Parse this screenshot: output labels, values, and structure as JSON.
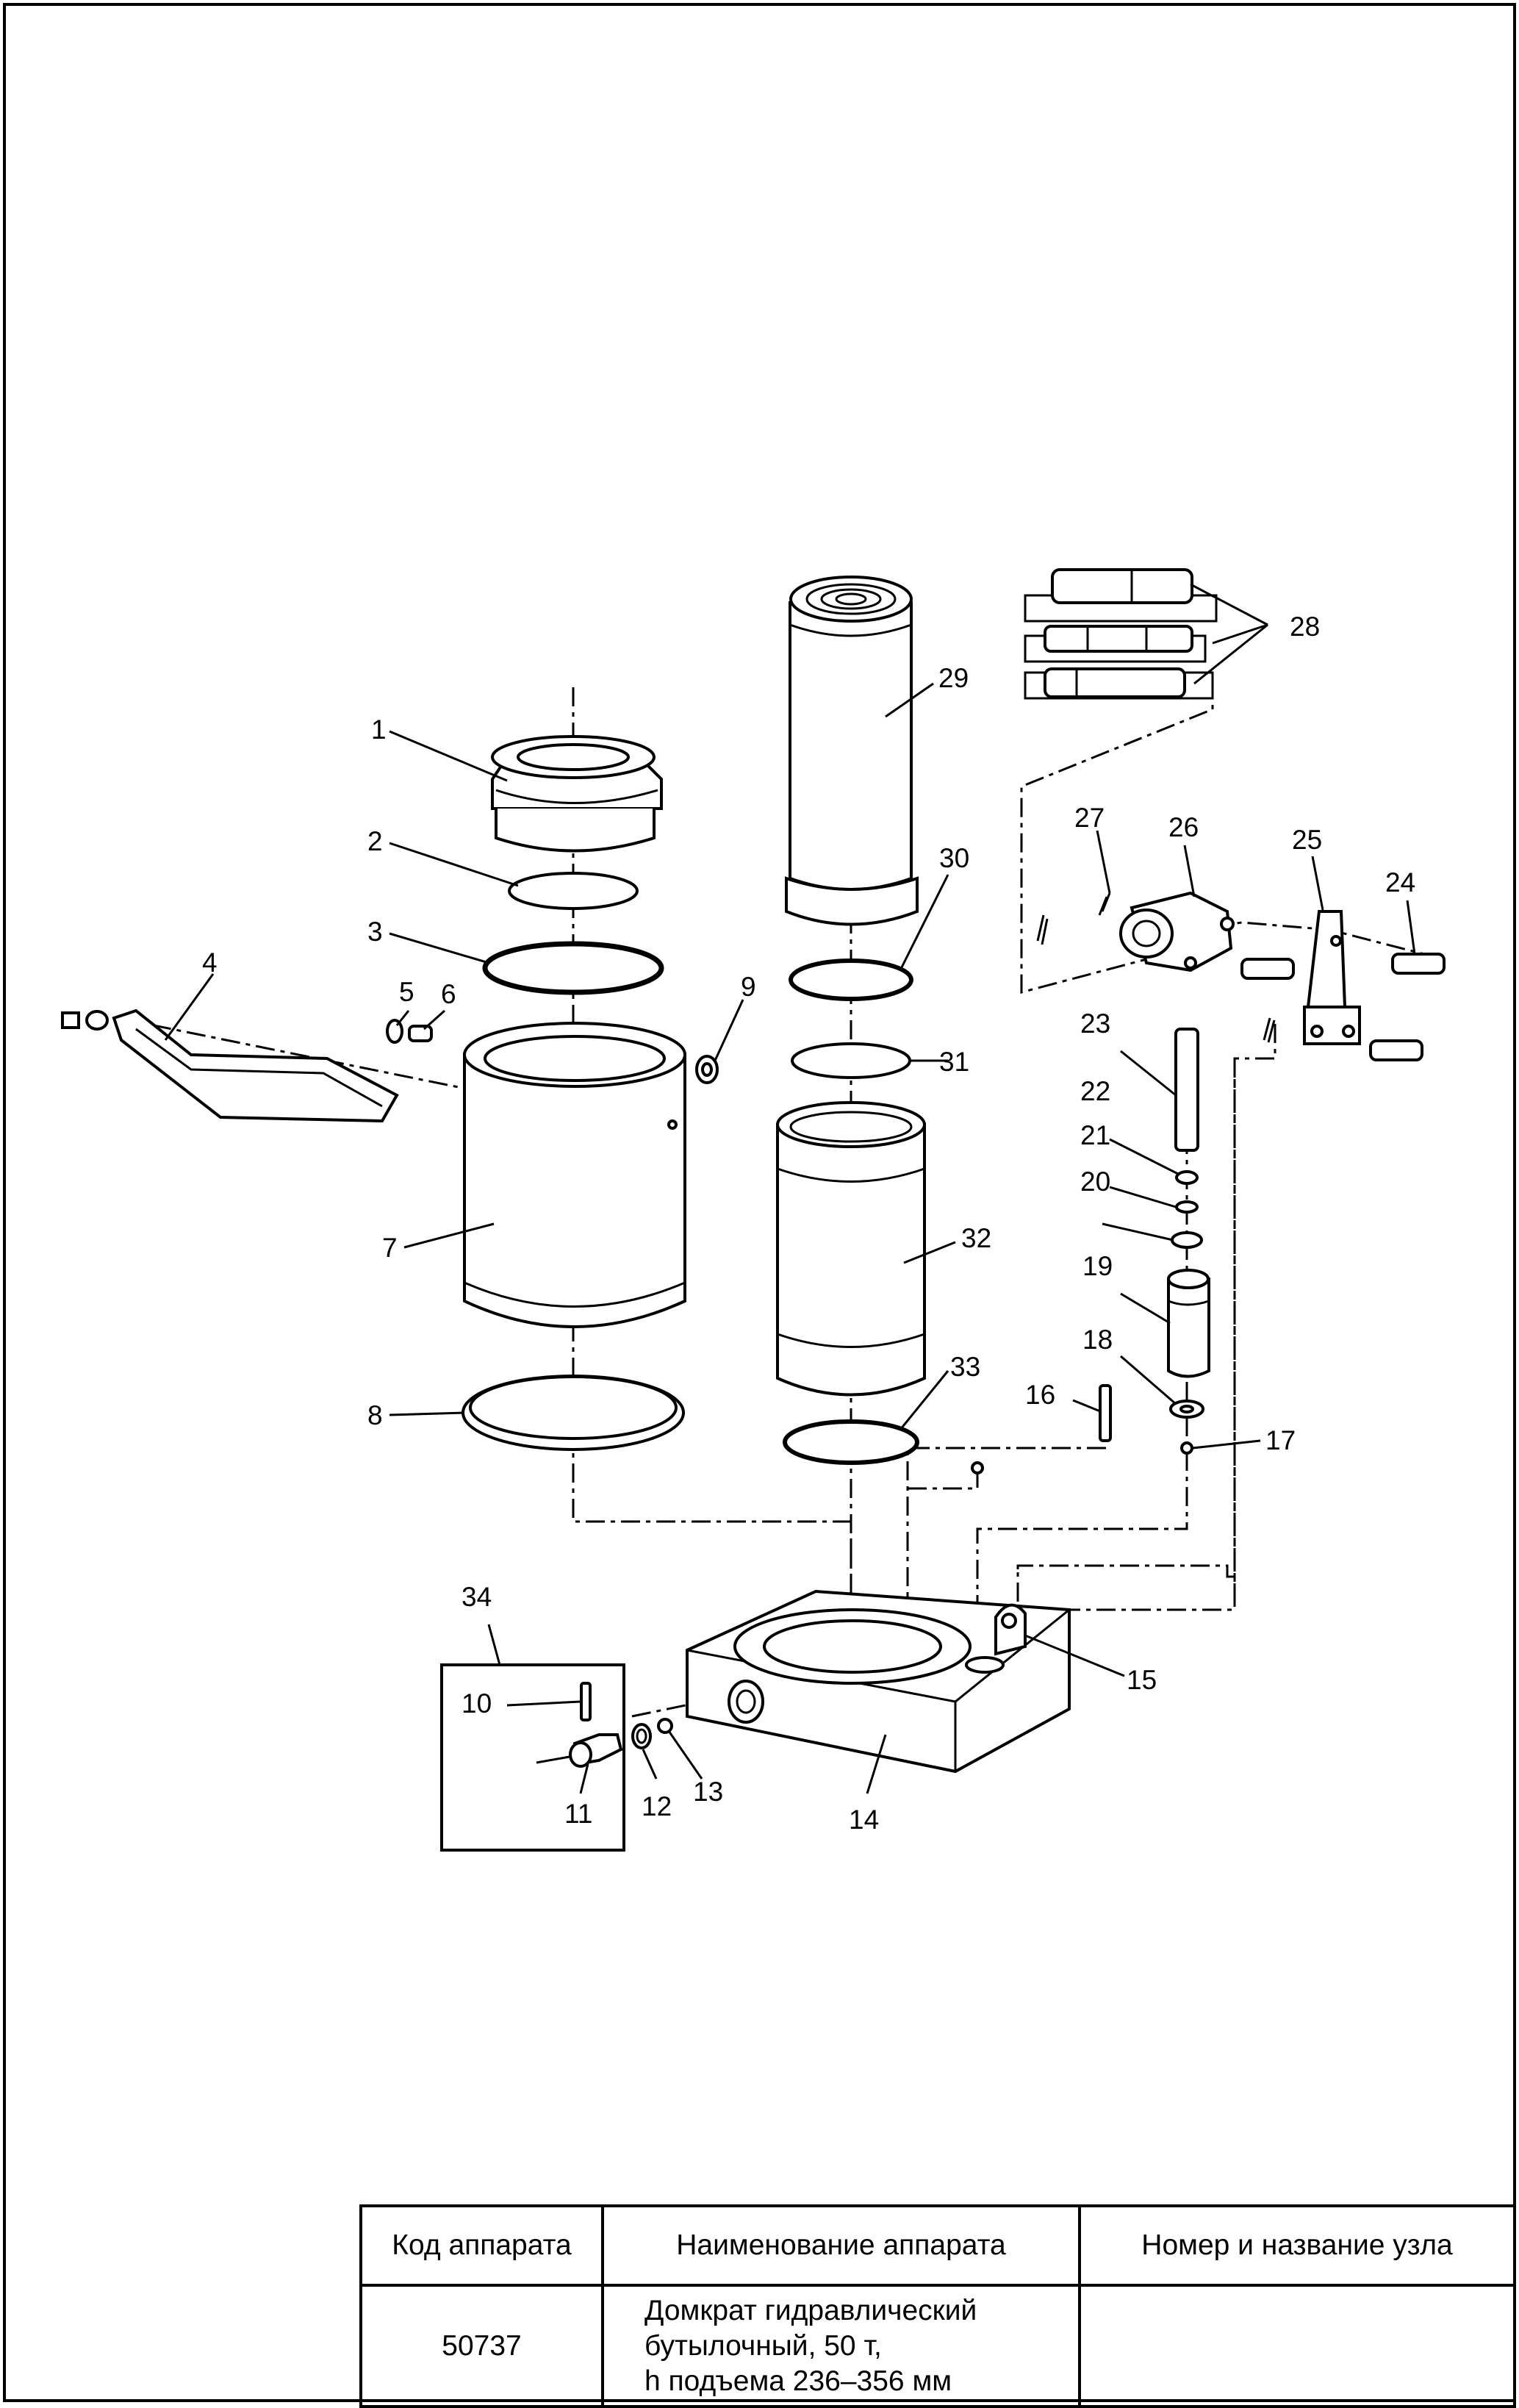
{
  "drawing": {
    "part_numbers": [
      "1",
      "2",
      "3",
      "4",
      "5",
      "6",
      "7",
      "8",
      "9",
      "10",
      "11",
      "12",
      "13",
      "14",
      "15",
      "16",
      "17",
      "18",
      "19",
      "20",
      "21",
      "22",
      "23",
      "24",
      "25",
      "26",
      "27",
      "28",
      "29",
      "30",
      "31",
      "32",
      "33",
      "34"
    ]
  },
  "title_block": {
    "headers": {
      "code": "Код аппарата",
      "name": "Наименование аппарата",
      "unit": "Номер и название узла"
    },
    "values": {
      "code": "50737",
      "name_line1": "Домкрат гидравлический",
      "name_line2": "бутылочный, 50 т,",
      "name_line3": "h подъема 236–356 мм",
      "unit": ""
    }
  }
}
